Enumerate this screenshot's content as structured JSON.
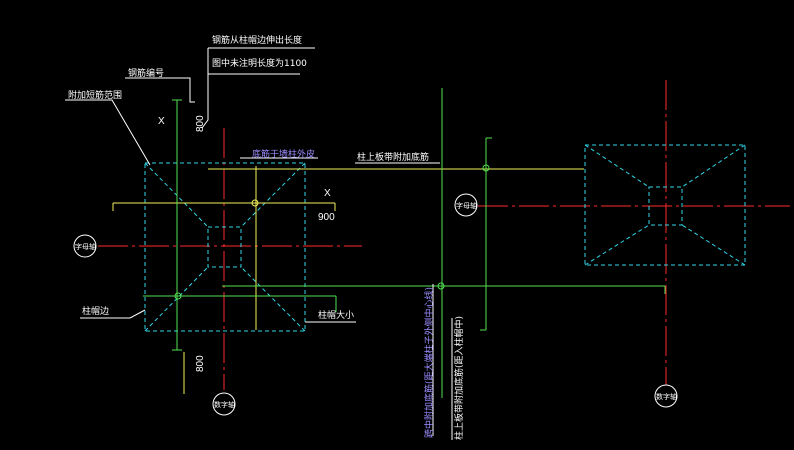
{
  "colors": {
    "background": "#000000",
    "axis_red": "#ff2a2a",
    "dashed_cyan": "#2fd6e6",
    "rebar_yellow": "#f2f25a",
    "rebar_green": "#52e052",
    "leader_white": "#ffffff",
    "annotation_violet": "#9a8cff"
  },
  "labels": {
    "rebar_extend_length": "钢筋从柱帽边伸出长度",
    "default_length_note": "图中未注明长度为1100",
    "rebar_number": "钢筋编号",
    "extra_rebar_range": "附加短筋范围",
    "bottom_rebar_column_outer": "底筋于墙柱外皮",
    "column_top_extra_bottom_rebar": "柱上板带附加底筋",
    "column_cap_edge": "柱帽边",
    "column_cap_size": "柱帽大小",
    "span_middle_bottom_rebar": "跨中附加底筋(距大端柱子外侧中心线)",
    "column_top_bottom_rebar_to_center": "柱上板带附加底筋(距入柱帽中)",
    "axis_left": "字母轴",
    "axis_middle": "字母轴",
    "axis_bottom_left": "数字轴",
    "axis_bottom_right": "数字轴"
  },
  "dimensions": {
    "top_800": "800",
    "bottom_800": "800",
    "horizontal_900": "900",
    "x_mark_vertical": "X",
    "x_mark_horizontal": "X"
  }
}
